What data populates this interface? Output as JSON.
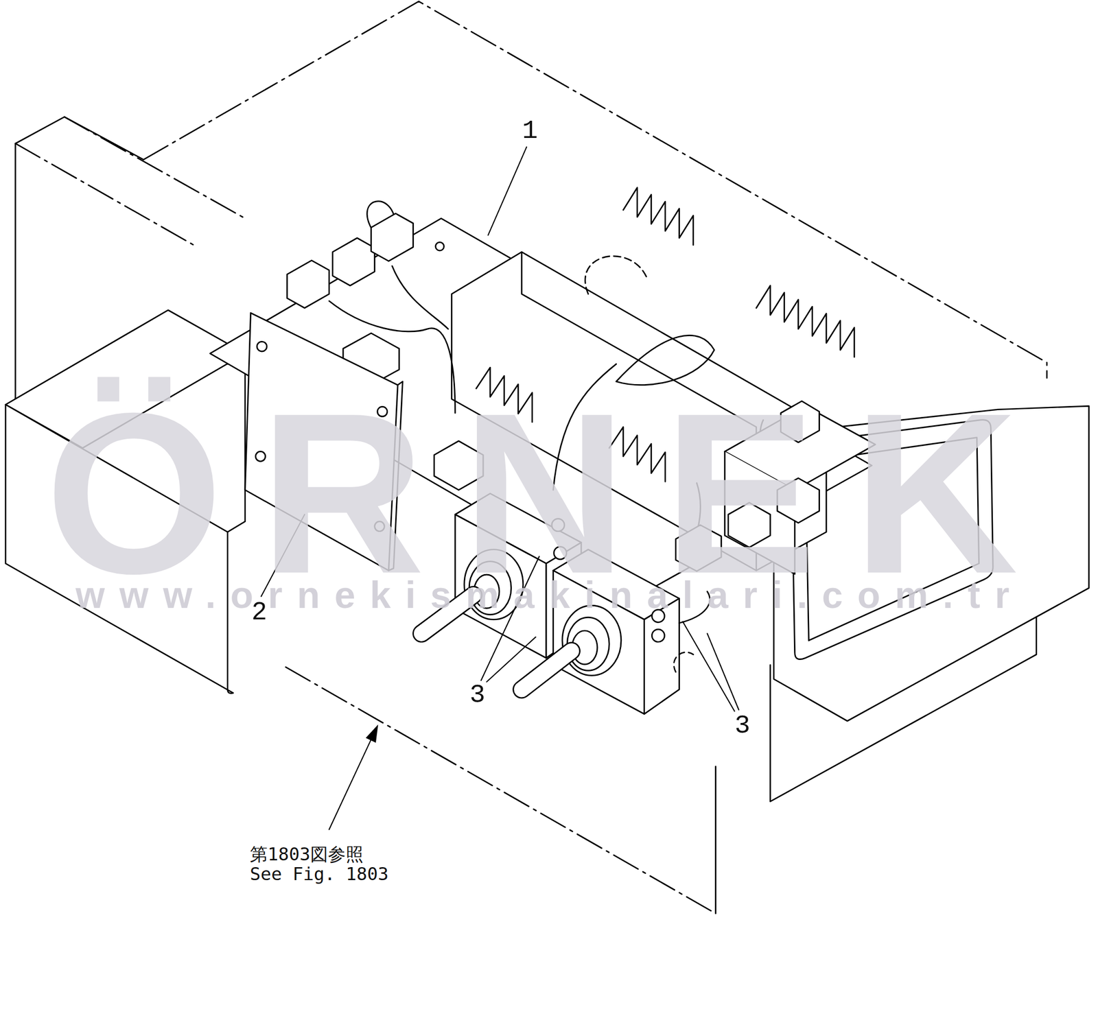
{
  "diagram": {
    "labels": [
      "1",
      "ÖRNEK",
      "2",
      "www.ornekismakinalari.com.tr",
      "3",
      "3",
      "第1803図参照",
      "See Fig. 1803"
    ]
  }
}
